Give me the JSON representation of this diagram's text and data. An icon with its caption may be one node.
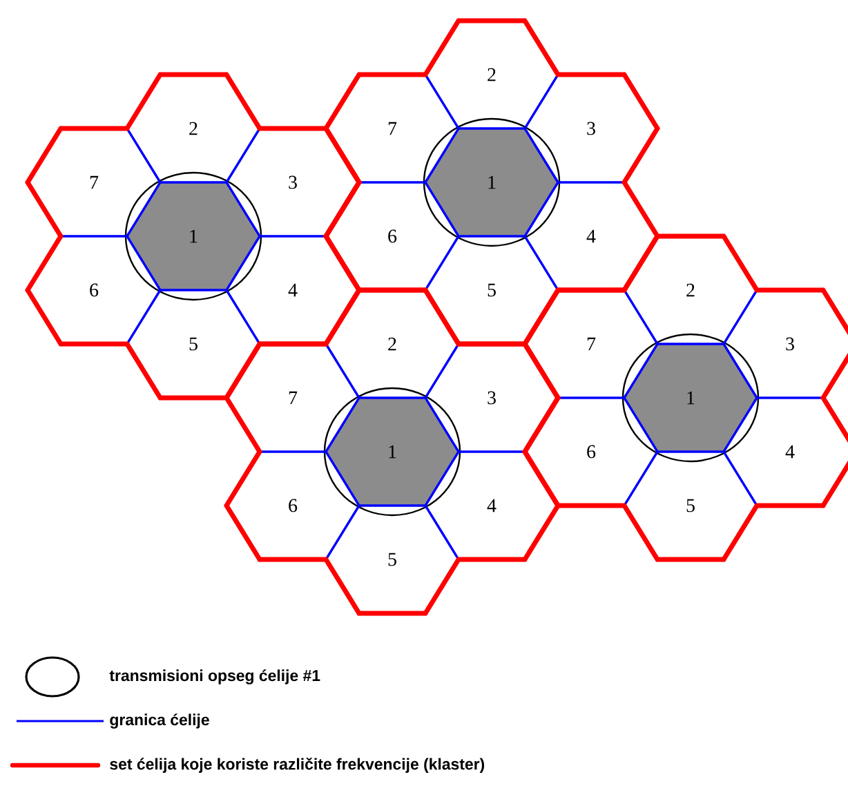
{
  "diagram": {
    "nodes": [
      {
        "text": [
          "1"
        ]
      },
      {
        "text": [
          "2"
        ]
      },
      {
        "text": [
          "3"
        ]
      },
      {
        "text": [
          "4"
        ]
      },
      {
        "text": [
          "5"
        ]
      },
      {
        "text": [
          "6"
        ]
      },
      {
        "text": [
          "7"
        ]
      },
      {
        "text": [
          "1"
        ]
      },
      {
        "text": [
          "2"
        ]
      },
      {
        "text": [
          "3"
        ]
      },
      {
        "text": [
          "4"
        ]
      },
      {
        "text": [
          "5"
        ]
      },
      {
        "text": [
          "6"
        ]
      },
      {
        "text": [
          "7"
        ]
      },
      {
        "text": [
          "1"
        ]
      },
      {
        "text": [
          "2"
        ]
      },
      {
        "text": [
          "3"
        ]
      },
      {
        "text": [
          "4"
        ]
      },
      {
        "text": [
          "5"
        ]
      },
      {
        "text": [
          "6"
        ]
      },
      {
        "text": [
          "7"
        ]
      },
      {
        "text": [
          "1"
        ]
      },
      {
        "text": [
          "2"
        ]
      },
      {
        "text": [
          "3"
        ]
      },
      {
        "text": [
          "4"
        ]
      },
      {
        "text": [
          "5"
        ]
      },
      {
        "text": [
          "6"
        ]
      },
      {
        "text": [
          "7"
        ]
      }
    ],
    "legend": [
      {
        "text": "transmisioni opseg ćelije #1"
      },
      {
        "text": "granica ćelije"
      },
      {
        "text": "set ćelija koje koriste različite frekvencije (klaster)"
      }
    ]
  }
}
